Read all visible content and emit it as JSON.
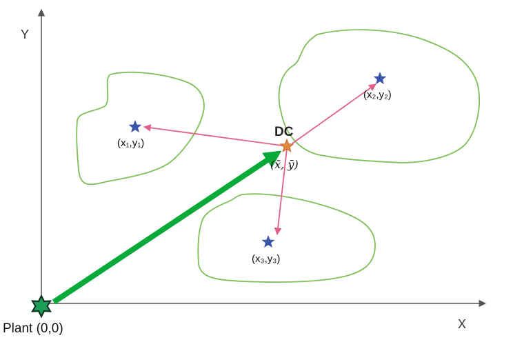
{
  "axes": {
    "y_label": "Y",
    "x_label": "X"
  },
  "plant": {
    "label": "Plant (0,0)",
    "color": "#1a9e55"
  },
  "dc": {
    "label": "DC",
    "mean_label": "(x̄, ȳ)",
    "color": "#e0608a",
    "star_color": "#e08a3a"
  },
  "points": [
    {
      "id": "p1",
      "label": "(x₁,y₁)"
    },
    {
      "id": "p2",
      "label": "(x₂,y₂)"
    },
    {
      "id": "p3",
      "label": "(x₃,y₃)"
    }
  ],
  "colors": {
    "region_outline": "#7dbf5a",
    "star_blue": "#3a54a8",
    "arrow_pink": "#e0608a",
    "arrow_green": "#0aaa3a",
    "axis": "#555555"
  }
}
